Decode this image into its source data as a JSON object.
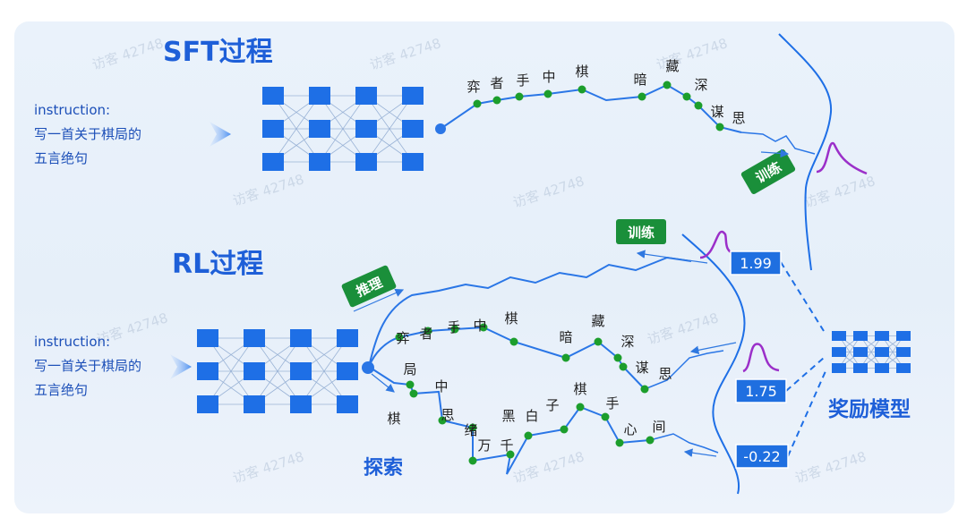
{
  "sft": {
    "title": "SFT过程",
    "instruction": [
      "instruction:",
      "写一首关于棋局的",
      "五言绝句"
    ],
    "poem": [
      "弈",
      "者",
      "手",
      "中",
      "棋",
      "暗",
      "藏",
      "深",
      "谋",
      "思"
    ],
    "train_badge": "训练"
  },
  "rl": {
    "title": "RL过程",
    "instruction": [
      "instruction:",
      "写一首关于棋局的",
      "五言绝句"
    ],
    "infer_badge": "推理",
    "train_badge": "训练",
    "explore_label": "探索",
    "path1": [
      "弈",
      "者",
      "手",
      "中",
      "棋",
      "暗",
      "藏",
      "深",
      "谋",
      "思"
    ],
    "path2": [
      "局",
      "中",
      "思",
      "绪",
      "万",
      "千",
      "黑",
      "白",
      "子",
      "棋",
      "手",
      "心",
      "间"
    ],
    "path2_first": "棋",
    "scores": [
      "1.99",
      "1.75",
      "-0.22"
    ],
    "reward_model_label": "奖励模型"
  },
  "watermark": "访客 42748",
  "colors": {
    "accent": "#1e6fe6",
    "node": "#1c9e2c",
    "badge": "#1a8f3a",
    "score_box": "#1f6fe0",
    "peak": "#9b2fc9"
  }
}
